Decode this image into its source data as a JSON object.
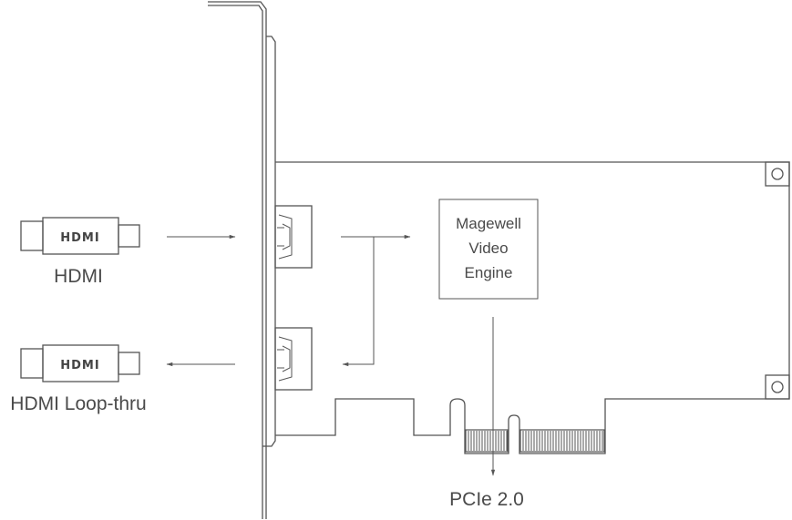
{
  "diagram": {
    "inputs": {
      "hdmi_in": {
        "connector_text": "HDMI",
        "label": "HDMI"
      },
      "hdmi_loop": {
        "connector_text": "HDMI",
        "label": "HDMI Loop-thru"
      }
    },
    "engine": {
      "line1": "Magewell",
      "line2": "Video",
      "line3": "Engine"
    },
    "bus": {
      "label": "PCIe 2.0"
    },
    "colors": {
      "stroke": "#555555",
      "text": "#4a4a4a"
    }
  }
}
